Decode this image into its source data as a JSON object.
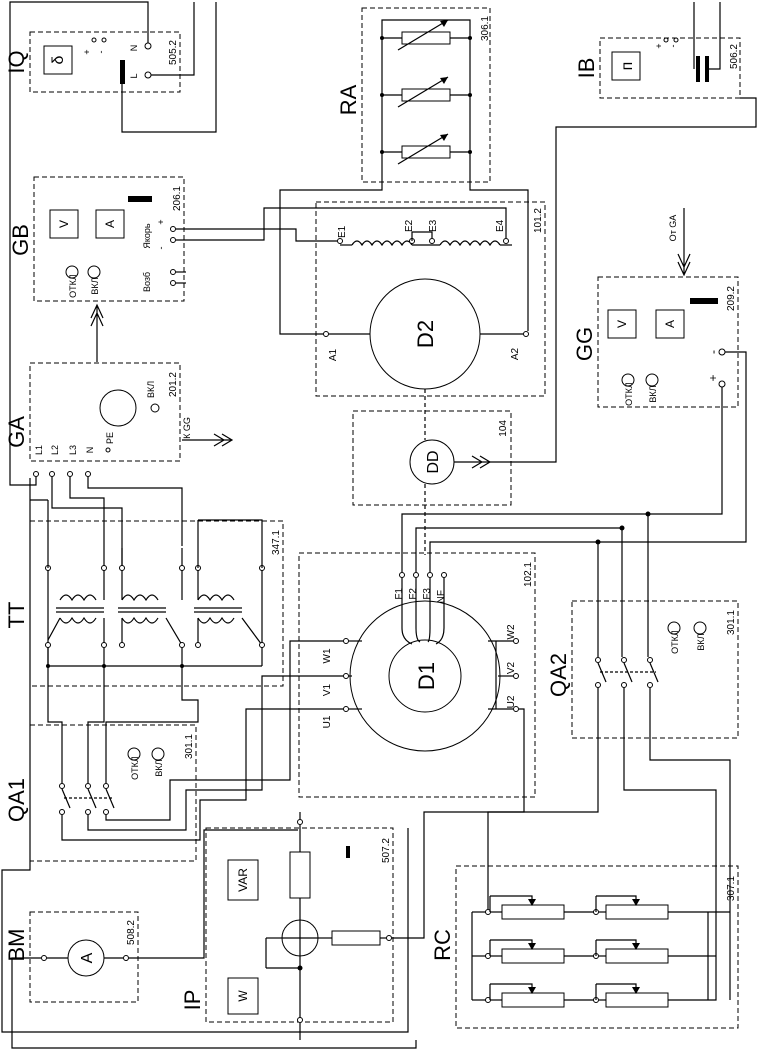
{
  "blocks": {
    "iq": {
      "code": "IQ",
      "id": "505.2",
      "symbol": "δ",
      "plus": "+",
      "minus": "-",
      "n": "N",
      "l": "L"
    },
    "ra": {
      "code": "RA",
      "id": "306.1"
    },
    "ib": {
      "code": "IB",
      "id": "506.2",
      "symbol": "п",
      "plus": "+",
      "minus": "-"
    },
    "gb": {
      "code": "GB",
      "id": "206.1",
      "v": "V",
      "a": "A",
      "armature": "Якорь",
      "excitation": "Возб",
      "off": "ОТКЛ",
      "on": "ВКЛ",
      "plus": "+",
      "minus": "-"
    },
    "d2": {
      "label": "D2",
      "id": "101.2",
      "e1": "E1",
      "e2": "E2",
      "e3": "E3",
      "e4": "E4",
      "a1": "A1",
      "a2": "A2"
    },
    "ga": {
      "code": "GA",
      "id": "201.2",
      "on": "ВКЛ",
      "l1": "L1",
      "l2": "L2",
      "l3": "L3",
      "n": "N",
      "pe": "PE",
      "to_gg": "К GG"
    },
    "dd": {
      "label": "DD",
      "id": "104"
    },
    "gg": {
      "code": "GG",
      "id": "209.2",
      "v": "V",
      "a": "A",
      "off": "ОТКЛ",
      "on": "ВКЛ",
      "plus": "+",
      "minus": "-",
      "from_ga": "От GA"
    },
    "tt": {
      "code": "TT",
      "id": "347.1"
    },
    "d1": {
      "label": "D1",
      "id": "102.1",
      "f1": "F1",
      "f2": "F2",
      "f3": "F3",
      "nf": "NF",
      "w1": "W1",
      "v1": "V1",
      "u1": "U1",
      "w2": "W2",
      "v2": "V2",
      "u2": "U2"
    },
    "qa2": {
      "code": "QA2",
      "id": "301.1",
      "off": "ОТКЛ",
      "on": "ВКЛ"
    },
    "qa1": {
      "code": "QA1",
      "id": "301.1",
      "off": "ОТКЛ",
      "on": "ВКЛ"
    },
    "ip": {
      "code": "IP",
      "id": "507.2",
      "var": "VAR",
      "w": "W"
    },
    "bm": {
      "code": "BM",
      "id": "508.2",
      "a": "A"
    },
    "rc": {
      "code": "RC",
      "id": "307.1"
    }
  }
}
